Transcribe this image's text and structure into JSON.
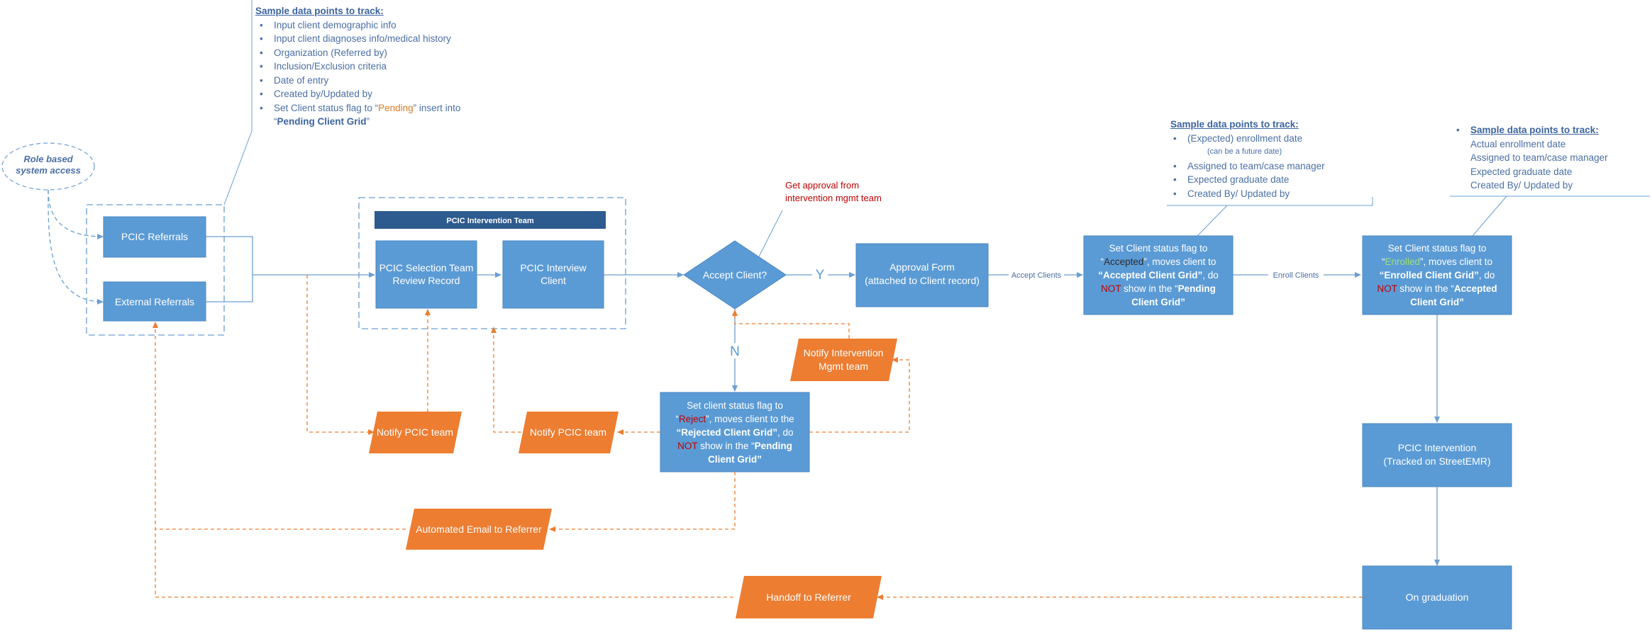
{
  "colors": {
    "box_fill": "#5b9bd5",
    "box_dark": "#2e5b8f",
    "parallelogram_fill": "#ed7d31",
    "connector_blue": "#6a9fd4",
    "connector_orange": "#ed7d31",
    "note_text": "#4a6fa5",
    "red_text": "#c00000",
    "green_text": "#9be07a"
  },
  "role_access": {
    "line1": "Role based",
    "line2": "system access"
  },
  "referrals": {
    "pcic": "PCIC Referrals",
    "external": "External Referrals"
  },
  "team": {
    "header": "PCIC Intervention Team",
    "selection_line1": "PCIC Selection Team",
    "selection_line2": "Review Record",
    "interview_line1": "PCIC Interview",
    "interview_line2": "Client"
  },
  "decision": {
    "label": "Accept Client?",
    "yes": "Y",
    "no": "N",
    "approval_note_line1": "Get approval from",
    "approval_note_line2": "intervention mgmt team"
  },
  "approval_form": {
    "line1": "Approval Form",
    "line2": "(attached to Client record)"
  },
  "connector_labels": {
    "accept_clients": "Accept Clients",
    "enroll_clients": "Enroll Clients"
  },
  "accepted_box": {
    "l1": "Set Client status flag to",
    "l2_q1": "“",
    "l2_status": "Accepted",
    "l2_q2": "”, moves client to",
    "l3_bold": "“Accepted Client Grid”",
    "l3_rest": ",  do",
    "l4_not": "NOT",
    "l4_rest": " show in the “",
    "l4_bold": "Pending",
    "l5_bold": "Client Grid”"
  },
  "enrolled_box": {
    "l1": "Set Client status flag to",
    "l2_q1": "“",
    "l2_status": "Enrolled",
    "l2_q2": "”, moves client to",
    "l3_bold": "“Enrolled Client Grid”",
    "l3_rest": ",  do",
    "l4_not": "NOT",
    "l4_rest": " show in the “",
    "l4_bold": "Accepted",
    "l5_bold": "Client Grid”"
  },
  "reject_box": {
    "l1": "Set client status flag to",
    "l2_q1": "“",
    "l2_status": "Reject",
    "l2_q2": "”, moves client to the",
    "l3_bold": "“Rejected Client Grid”",
    "l3_rest": ", do",
    "l4_not": "NOT",
    "l4_rest": " show in the “",
    "l4_bold": "Pending",
    "l5_bold": "Client Grid”"
  },
  "intervention": {
    "line1": "PCIC Intervention",
    "line2": "(Tracked on StreetEMR)"
  },
  "graduation": "On graduation",
  "notify_pcic_1": "Notify PCIC team",
  "notify_pcic_2": "Notify PCIC team",
  "notify_mgmt": {
    "line1": "Notify Intervention",
    "line2": "Mgmt team"
  },
  "auto_email": "Automated Email to Referrer",
  "handoff": "Handoff to Referrer",
  "note_top": {
    "title": "Sample data points to track:",
    "items": [
      "Input client demographic info",
      "Input client diagnoses info/medical history",
      "Organization (Referred by)",
      "Inclusion/Exclusion criteria",
      "Date of entry",
      "Created by/Updated by"
    ],
    "last_pre": "Set Client status flag to “",
    "last_pending": "Pending",
    "last_post": "” insert into",
    "last_line2_q1": "“",
    "last_line2_bold": "Pending Client Grid",
    "last_line2_q2": "”"
  },
  "note_accepted": {
    "title": "Sample data points to track:",
    "item1": "(Expected) enrollment date",
    "item1_sub": "(can be a future date)",
    "items": [
      "Assigned to team/case manager",
      "Expected graduate date",
      "Created By/ Updated by"
    ]
  },
  "note_enrolled": {
    "title": "Sample data points to track:",
    "items": [
      "Actual enrollment date",
      "Assigned to team/case manager",
      "Expected graduate date",
      "Created By/ Updated by"
    ]
  }
}
